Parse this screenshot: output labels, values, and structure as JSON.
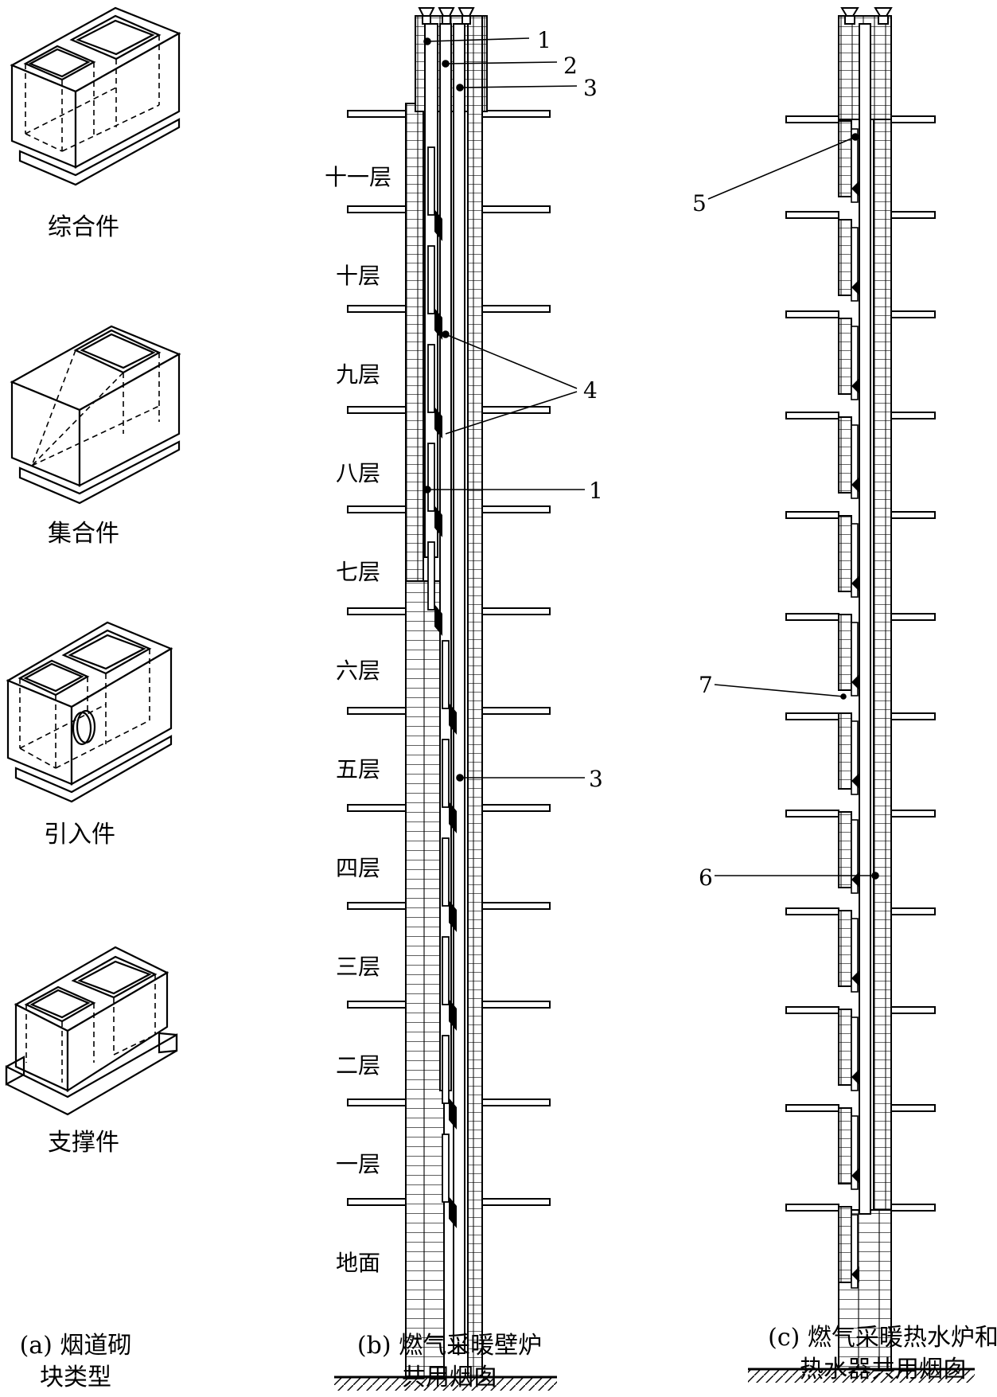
{
  "panel_a": {
    "blocks": [
      {
        "name": "综合件"
      },
      {
        "name": "集合件"
      },
      {
        "name": "引入件"
      },
      {
        "name": "支撑件"
      }
    ],
    "caption_line1": "(a) 烟道砌",
    "caption_line2": "块类型"
  },
  "panel_b": {
    "floors": [
      "十一层",
      "十层",
      "九层",
      "八层",
      "七层",
      "六层",
      "五层",
      "四层",
      "三层",
      "二层",
      "一层"
    ],
    "ground": "地面",
    "callouts": {
      "c1_top": "1",
      "c2": "2",
      "c3_top": "3",
      "c4": "4",
      "c1_mid": "1",
      "c3_mid": "3"
    },
    "caption_line1": "(b) 燃气采暖壁炉",
    "caption_line2": "共用烟囱"
  },
  "panel_c": {
    "callouts": {
      "c5": "5",
      "c7": "7",
      "c6": "6"
    },
    "caption_line1": "(c) 燃气采暖热水炉和",
    "caption_line2": "热水器共用烟囱"
  }
}
